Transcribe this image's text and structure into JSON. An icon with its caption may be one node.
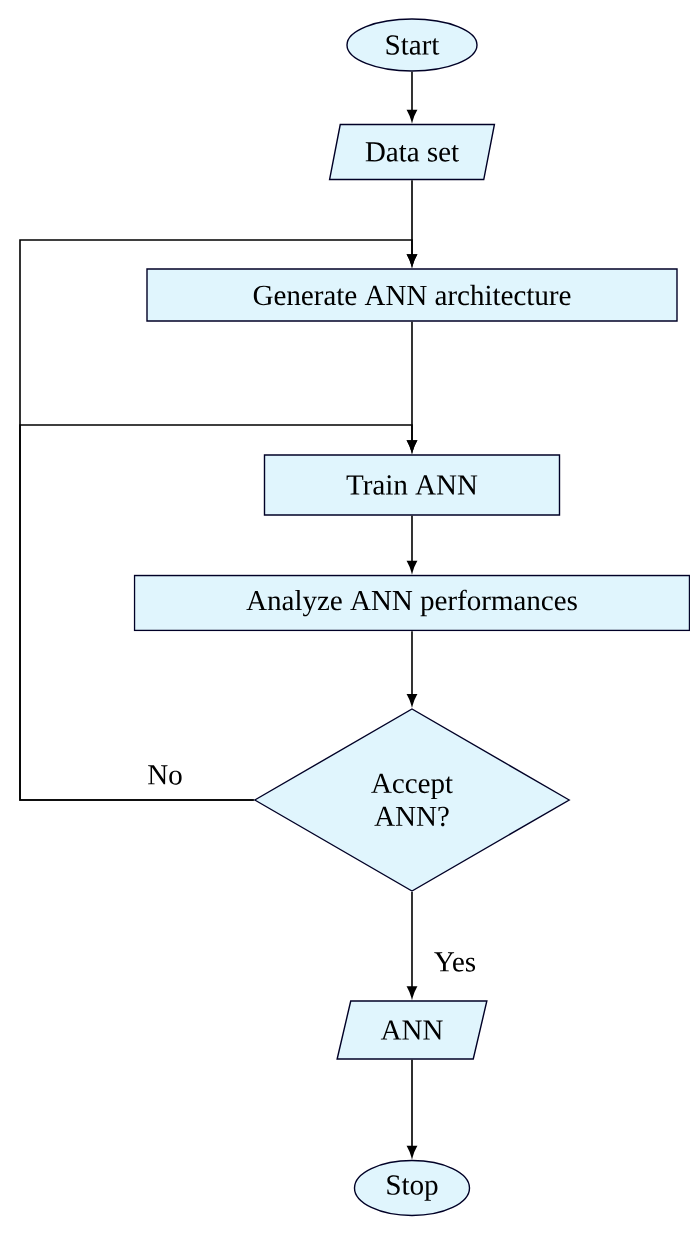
{
  "diagram": {
    "nodes": [
      {
        "text": [
          "Start"
        ]
      },
      {
        "text": [
          "Data set"
        ]
      },
      {
        "text": [
          "Generate ANN architecture"
        ]
      },
      {
        "text": [
          "Train ANN"
        ]
      },
      {
        "text": [
          "Analyze ANN performances"
        ]
      },
      {
        "text": [
          "Accept ANN?"
        ]
      },
      {
        "text": [
          "ANN"
        ]
      },
      {
        "text": [
          "Stop"
        ]
      }
    ],
    "edges": [
      {
        "from": 0,
        "to": 1,
        "arrow": "to"
      },
      {
        "from": 1,
        "to": 2,
        "arrow": "to"
      },
      {
        "from": 2,
        "to": 3,
        "arrow": "to"
      },
      {
        "from": 3,
        "to": 4,
        "arrow": "to"
      },
      {
        "from": 4,
        "to": 5,
        "arrow": "to"
      },
      {
        "from": 5,
        "to": 2,
        "arrow": "to",
        "label": "No"
      },
      {
        "from": 5,
        "to": 3,
        "arrow": "to"
      },
      {
        "from": 5,
        "to": 6,
        "arrow": "to",
        "label": "Yes"
      },
      {
        "from": 6,
        "to": 7,
        "arrow": "to"
      }
    ]
  }
}
